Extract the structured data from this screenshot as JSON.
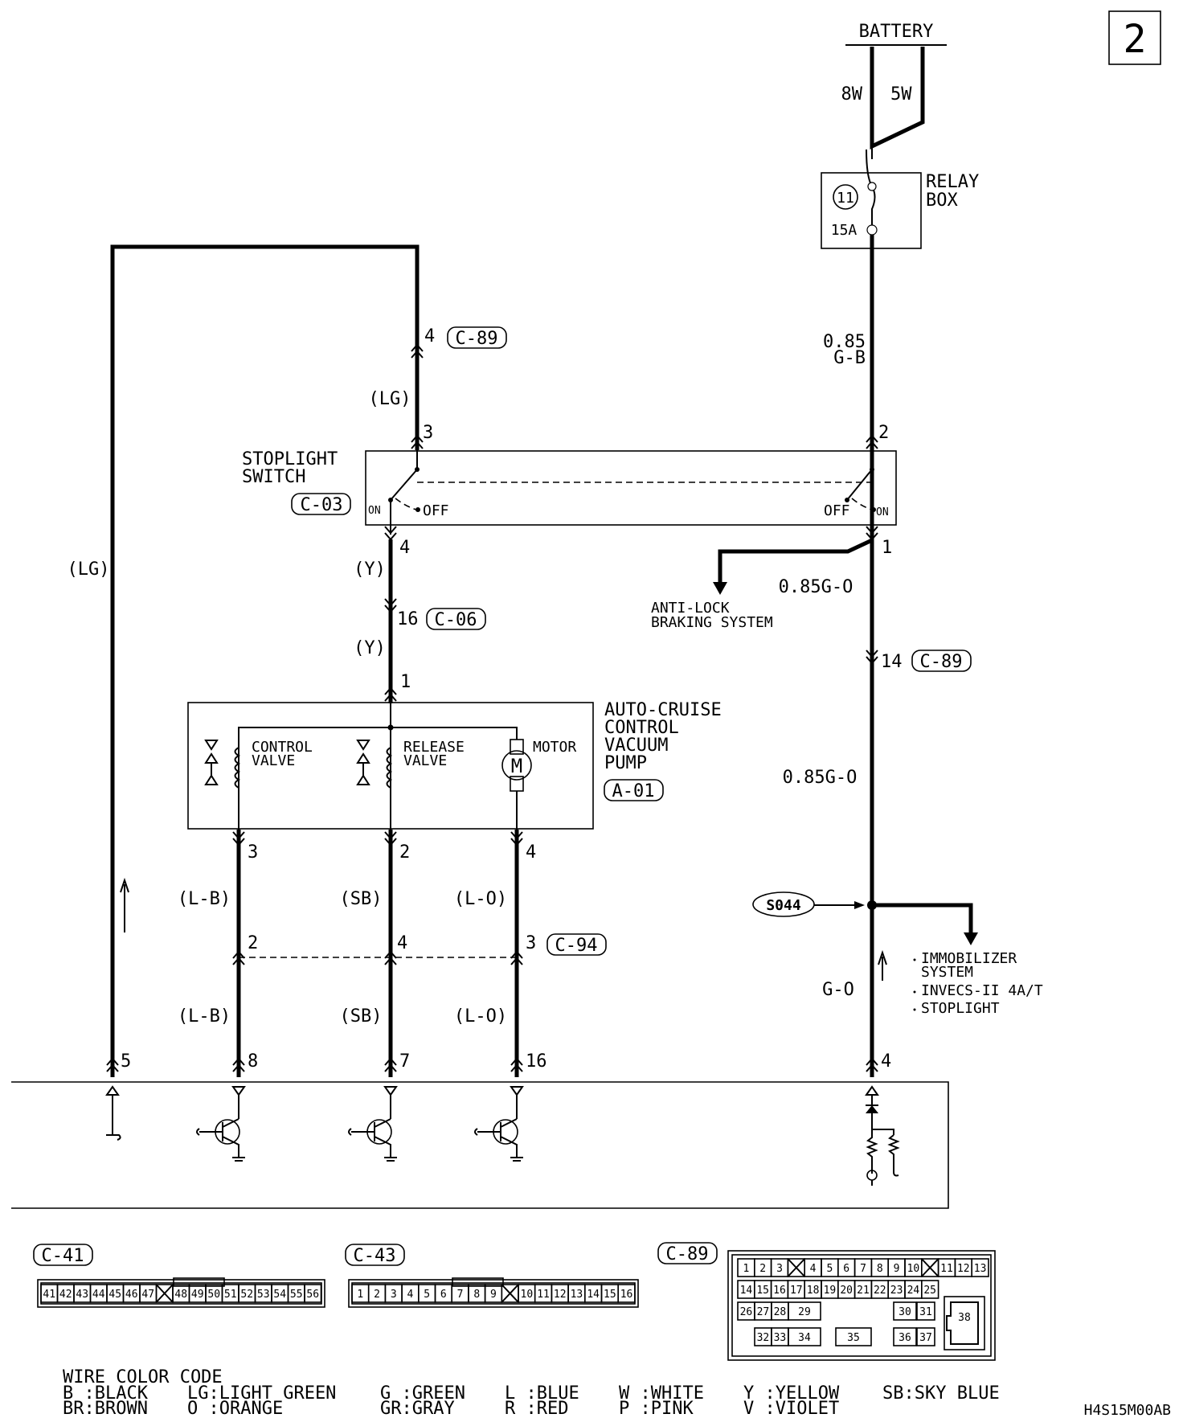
{
  "page_number": "2",
  "battery": {
    "label": "BATTERY",
    "wire_left": "8W",
    "wire_right": "5W"
  },
  "relay_box": {
    "label_line1": "RELAY",
    "label_line2": "BOX",
    "fuse_number": "11",
    "fuse_rating": "15A"
  },
  "wire_relay_to_switch": {
    "gauge": "0.85",
    "color": "G-B"
  },
  "stoplight_switch": {
    "label_line1": "STOPLIGHT",
    "label_line2": "SWITCH",
    "connector": "C-03",
    "pin_left_top": "3",
    "pin_right_top": "2",
    "pin_left_bottom": "4",
    "pin_right_bottom": "1",
    "on_label": "ON",
    "off_label": "OFF"
  },
  "connector_c89_top": {
    "pin": "4",
    "name": "C-89"
  },
  "wire_lg_upper": "(LG)",
  "wire_lg_left": "(LG)",
  "wire_y_upper": "(Y)",
  "wire_y_lower": "(Y)",
  "connector_c06": {
    "pin": "16",
    "name": "C-06"
  },
  "pump_input_pin": "1",
  "abs_branch": {
    "wire": "0.85G-O",
    "dest_line1": "ANTI-LOCK",
    "dest_line2": "BRAKING SYSTEM"
  },
  "connector_c89_mid": {
    "pin": "14",
    "name": "C-89"
  },
  "wire_go_lower": "0.85G-O",
  "pump": {
    "label_line1": "AUTO-CRUISE",
    "label_line2": "CONTROL",
    "label_line3": "VACUUM",
    "label_line4": "PUMP",
    "connector": "A-01",
    "control_valve_line1": "CONTROL",
    "control_valve_line2": "VALVE",
    "release_valve_line1": "RELEASE",
    "release_valve_line2": "VALVE",
    "motor": "MOTOR",
    "motor_symbol": "M",
    "out_pin_control": "3",
    "out_pin_release": "2",
    "out_pin_motor": "4"
  },
  "wires_mid": {
    "control": "(L-B)",
    "release": "(SB)",
    "motor": "(L-O)"
  },
  "connector_c94": {
    "pin_control": "2",
    "pin_release": "4",
    "pin_motor": "3",
    "name": "C-94"
  },
  "wires_low": {
    "control": "(L-B)",
    "release": "(SB)",
    "motor": "(L-O)"
  },
  "splice": {
    "name": "S044"
  },
  "immobilizer_branch": {
    "item1_line1": "IMMOBILIZER",
    "item1_line2": "SYSTEM",
    "item2": "INVECS-II 4A/T",
    "item3": "STOPLIGHT"
  },
  "wire_go_bottom": "G-O",
  "ecu_pins": {
    "lg": "5",
    "control": "8",
    "release": "7",
    "motor": "16",
    "stoplight": "4"
  },
  "connector_views": {
    "c41": {
      "name": "C-41",
      "pins": [
        "41",
        "42",
        "43",
        "44",
        "45",
        "46",
        "47",
        "X",
        "48",
        "49",
        "50",
        "51",
        "52",
        "53",
        "54",
        "55",
        "56"
      ]
    },
    "c43": {
      "name": "C-43",
      "pins": [
        "1",
        "2",
        "3",
        "4",
        "5",
        "6",
        "7",
        "8",
        "9",
        "X",
        "10",
        "11",
        "12",
        "13",
        "14",
        "15",
        "16"
      ]
    },
    "c89": {
      "name": "C-89",
      "row1": [
        "1",
        "2",
        "3",
        "X",
        "4",
        "5",
        "6",
        "7",
        "8",
        "9",
        "10",
        "X",
        "11",
        "12",
        "13"
      ],
      "row2": [
        "14",
        "15",
        "16",
        "17",
        "18",
        "19",
        "20",
        "21",
        "22",
        "23",
        "24",
        "25"
      ],
      "row3": [
        "26",
        "27",
        "28",
        "29",
        "30",
        "31"
      ],
      "row4": [
        "32",
        "33",
        "34",
        "35",
        "36",
        "37"
      ],
      "big_pin": "38"
    }
  },
  "wire_color_code": {
    "title": "WIRE COLOR CODE",
    "col1_line1": "B :BLACK",
    "col1_line2": "BR:BROWN",
    "col2_line1": "LG:LIGHT GREEN",
    "col2_line2": "O :ORANGE",
    "col3_line1": "G :GREEN",
    "col3_line2": "GR:GRAY",
    "col4_line1": "L :BLUE",
    "col4_line2": "R :RED",
    "col5_line1": "W :WHITE",
    "col5_line2": "P :PINK",
    "col6_line1": "Y :YELLOW",
    "col6_line2": "V :VIOLET",
    "col7_line1": "SB:SKY BLUE"
  },
  "doc_code": "H4S15M00AB"
}
